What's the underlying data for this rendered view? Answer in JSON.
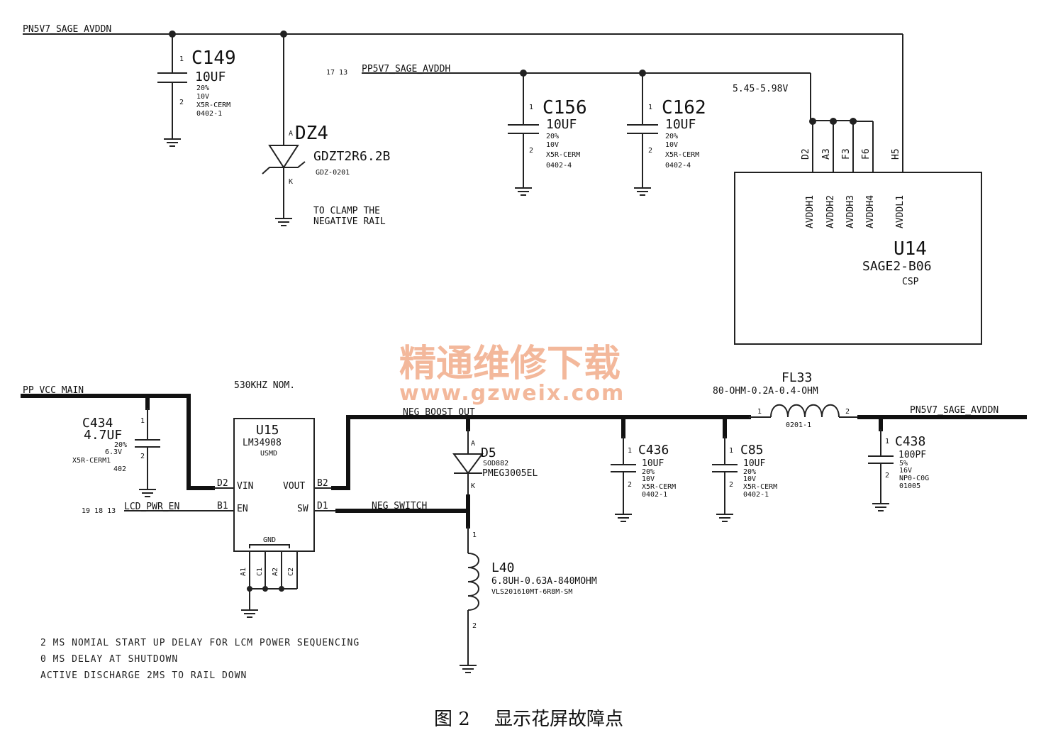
{
  "rails": {
    "pn5v7_top": "PN5V7_SAGE_AVDDN",
    "pp5v7": "PP5V7_SAGE_AVDDH",
    "pp5v7_ref": "17 13",
    "pp_vcc": "PP_VCC_MAIN",
    "neg_boost": "NEG_BOOST_OUT",
    "neg_switch": "NEG_SWITCH",
    "lcd_en": "LCD_PWR_EN",
    "lcd_en_ref": "19 18 13",
    "pn5v7_bottom": "PN5V7_SAGE_AVDDN",
    "voltage_range": "5.45-5.98V"
  },
  "c149": {
    "ref": "C149",
    "value": "10UF",
    "tol": "20%",
    "volt": "10V",
    "type": "X5R-CERM",
    "pkg": "0402-1",
    "pin1": "1",
    "pin2": "2"
  },
  "c156": {
    "ref": "C156",
    "value": "10UF",
    "tol": "20%",
    "volt": "10V",
    "type": "X5R-CERM",
    "pkg": "0402-4",
    "pin1": "1",
    "pin2": "2"
  },
  "c162": {
    "ref": "C162",
    "value": "10UF",
    "tol": "20%",
    "volt": "10V",
    "type": "X5R-CERM",
    "pkg": "0402-4",
    "pin1": "1",
    "pin2": "2"
  },
  "dz4": {
    "ref": "DZ4",
    "anode": "A",
    "cathode": "K",
    "part": "GDZT2R6.2B",
    "pkg": "GDZ-0201",
    "note1": "TO CLAMP THE",
    "note2": "NEGATIVE RAIL"
  },
  "u14": {
    "ref": "U14",
    "part": "SAGE2-B06",
    "pkg": "CSP",
    "pins": [
      {
        "ball": "D2",
        "name": "AVDDH1"
      },
      {
        "ball": "A3",
        "name": "AVDDH2"
      },
      {
        "ball": "F3",
        "name": "AVDDH3"
      },
      {
        "ball": "F6",
        "name": "AVDDH4"
      },
      {
        "ball": "H5",
        "name": "AVDDL1"
      }
    ]
  },
  "watermark": {
    "cn": "精通维修下载",
    "url": "www.gzweix.com"
  },
  "freq_note": "530KHZ NOM.",
  "c434": {
    "ref": "C434",
    "value": "4.7UF",
    "tol": "20%",
    "volt": "6.3V",
    "type": "X5R-CERM1",
    "pkg": "402",
    "pin1": "1",
    "pin2": "2"
  },
  "u15": {
    "ref": "U15",
    "part": "LM34908",
    "pkg": "USMD",
    "pin_d2": "D2",
    "pin_vin": "VIN",
    "pin_b1": "B1",
    "pin_en": "EN",
    "pin_vout": "VOUT",
    "pin_b2": "B2",
    "pin_sw": "SW",
    "pin_d1": "D1",
    "gnd": "GND",
    "gnd_pins": [
      "A1",
      "C1",
      "A2",
      "C2"
    ]
  },
  "d5": {
    "ref": "D5",
    "anode": "A",
    "cathode": "K",
    "pkg": "SOD882",
    "part": "PMEG3005EL"
  },
  "l40": {
    "ref": "L40",
    "value": "6.8UH-0.63A-840MOHM",
    "part": "VLS201610MT-6R8M-SM",
    "pin1": "1",
    "pin2": "2"
  },
  "fl33": {
    "ref": "FL33",
    "value": "80-OHM-0.2A-0.4-OHM",
    "pkg": "0201-1",
    "pin1": "1",
    "pin2": "2"
  },
  "c436": {
    "ref": "C436",
    "value": "10UF",
    "tol": "20%",
    "volt": "10V",
    "type": "X5R-CERM",
    "pkg": "0402-1",
    "pin1": "1",
    "pin2": "2"
  },
  "c85": {
    "ref": "C85",
    "value": "10UF",
    "tol": "20%",
    "volt": "10V",
    "type": "X5R-CERM",
    "pkg": "0402-1",
    "pin1": "1",
    "pin2": "2"
  },
  "c438": {
    "ref": "C438",
    "value": "100PF",
    "tol": "5%",
    "volt": "16V",
    "type": "NP0-C0G",
    "pkg": "01005",
    "pin1": "1",
    "pin2": "2"
  },
  "notes": [
    "2 MS NOMIAL START UP DELAY FOR LCM POWER SEQUENCING",
    "0 MS DELAY AT SHUTDOWN",
    "ACTIVE DISCHARGE 2MS TO RAIL DOWN"
  ],
  "caption": {
    "fig": "图 2",
    "title": "显示花屏故障点"
  }
}
